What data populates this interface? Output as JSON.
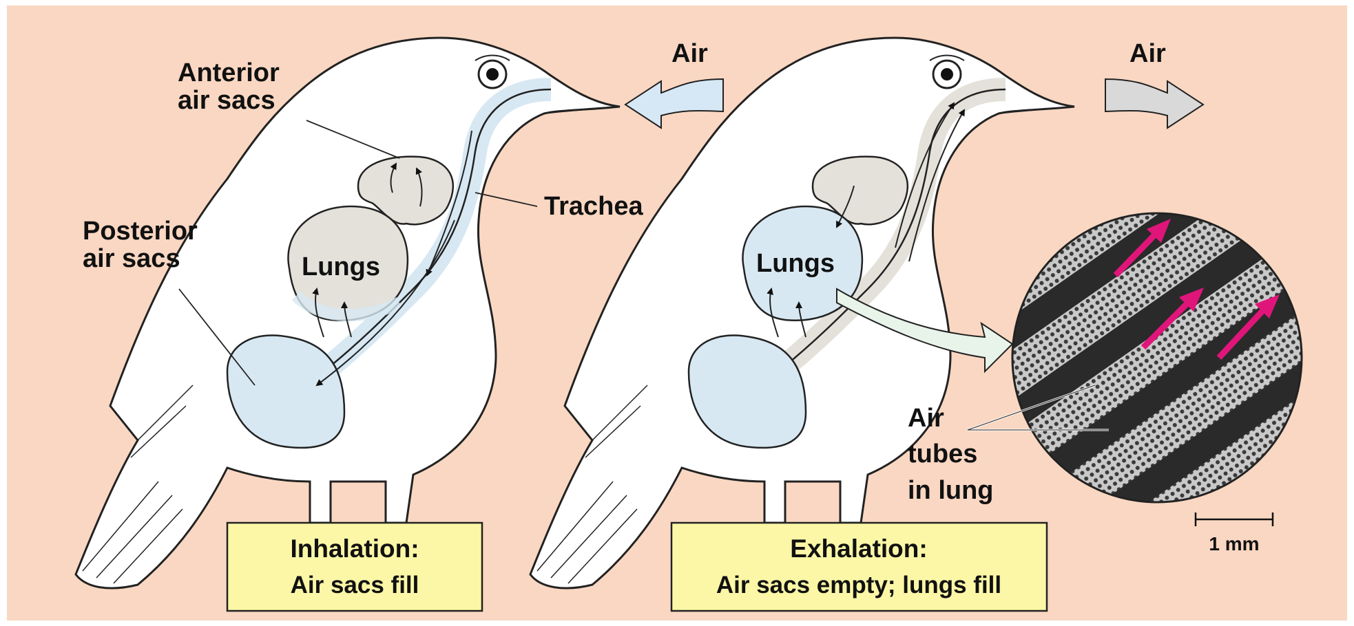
{
  "colors": {
    "background": "#f9d7c2",
    "bird_body": "#ffffff",
    "air_sac_fill_full": "#d7e8f3",
    "air_sac_fill_empty": "#e3e1d9",
    "caption_box": "#fbf7a6",
    "flow_arrow_in": "#d6e8f5",
    "flow_arrow_out": "#d9d9d9",
    "micrograph_arrow": "#e0157a"
  },
  "labels": {
    "anterior_line1": "Anterior",
    "anterior_line2": "air sacs",
    "posterior_line1": "Posterior",
    "posterior_line2": "air sacs",
    "trachea": "Trachea",
    "lungs_left": "Lungs",
    "lungs_right": "Lungs",
    "air_in": "Air",
    "air_out": "Air",
    "tubes_line1": "Air",
    "tubes_line2": "tubes",
    "tubes_line3": "in lung",
    "scale": "1 mm"
  },
  "captions": {
    "inhalation_title": "Inhalation:",
    "inhalation_sub": "Air sacs fill",
    "exhalation_title": "Exhalation:",
    "exhalation_sub": "Air sacs empty; lungs fill"
  },
  "icons": {
    "air_in_arrow": "curved-arrow-left-icon",
    "air_out_arrow": "curved-arrow-right-icon",
    "magnify_arrow": "callout-arrow-icon"
  }
}
